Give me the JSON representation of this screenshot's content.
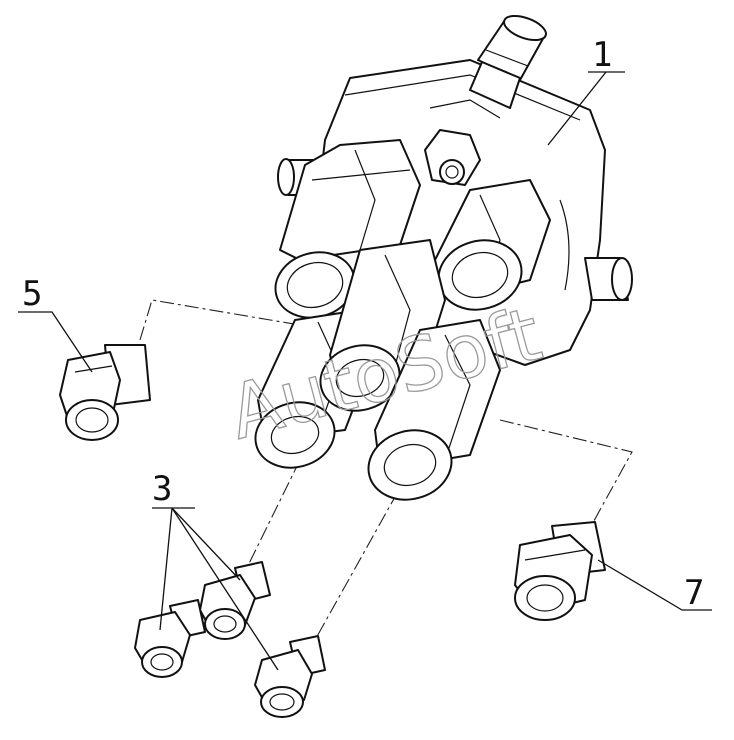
{
  "callouts": [
    {
      "id": "1",
      "label": "1"
    },
    {
      "id": "3",
      "label": "3"
    },
    {
      "id": "5",
      "label": "5"
    },
    {
      "id": "7",
      "label": "7"
    }
  ],
  "watermark": "AutoSoft"
}
